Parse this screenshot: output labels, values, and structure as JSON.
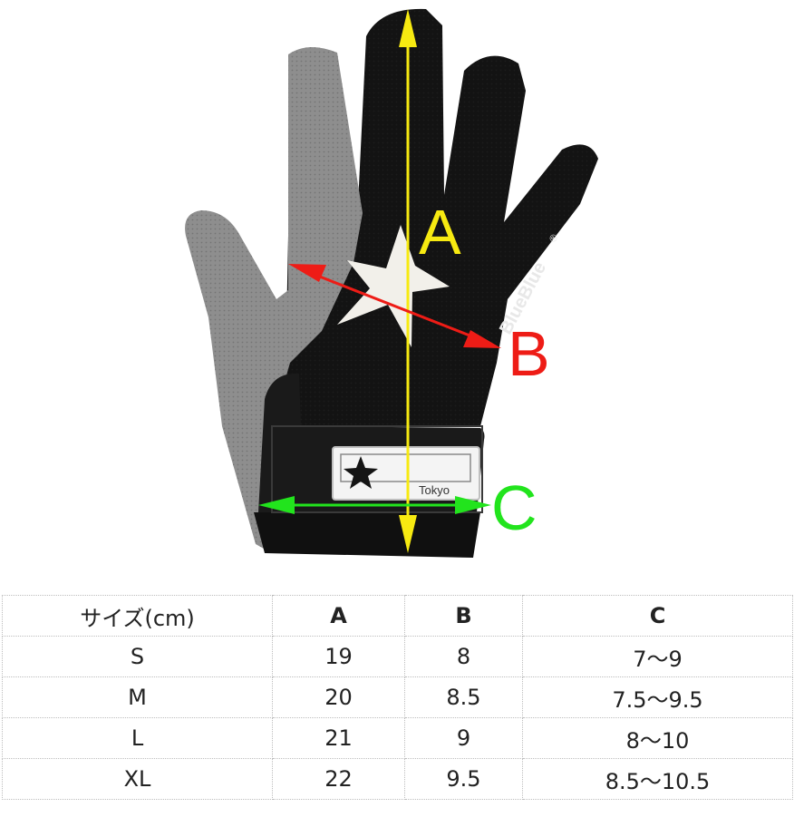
{
  "diagram": {
    "label_a": "A",
    "label_b": "B",
    "label_c": "C",
    "brand_text": "BlueBlue",
    "brand_mark": "®",
    "tag_text": "Tokyo",
    "colors": {
      "label_a": "#f7ea11",
      "label_b": "#ee1c16",
      "label_c": "#22e41d",
      "glove_black": "#131313",
      "glove_gray": "#8e8e8e",
      "star": "#f2f0ea"
    }
  },
  "table": {
    "header": [
      "サイズ(cm)",
      "A",
      "B",
      "C"
    ],
    "rows": [
      [
        "S",
        "19",
        "8",
        "7～9"
      ],
      [
        "M",
        "20",
        "8.5",
        "7.5～9.5"
      ],
      [
        "L",
        "21",
        "9",
        "8～10"
      ],
      [
        "XL",
        "22",
        "9.5",
        "8.5～10.5"
      ]
    ]
  }
}
